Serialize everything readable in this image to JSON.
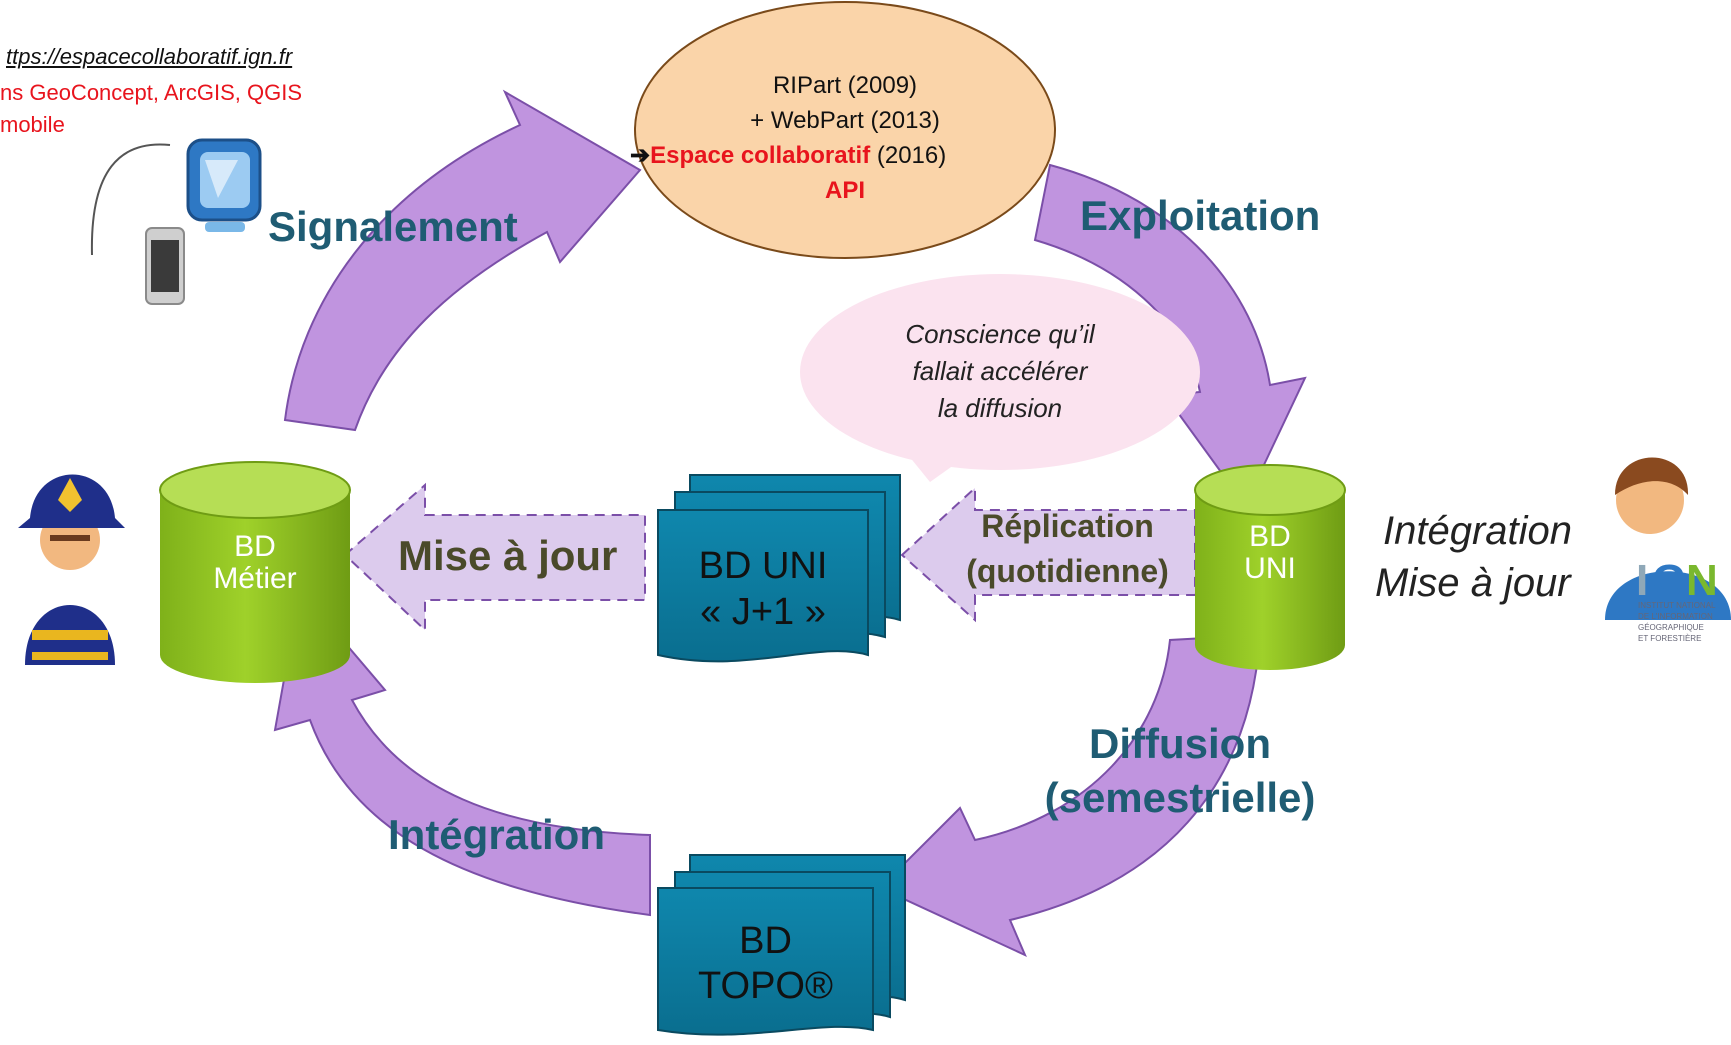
{
  "header": {
    "url": "ttps://espacecollaboratif.ign.fr",
    "clients": "ns GeoConcept, ArcGIS, QGIS",
    "mobile": "mobile"
  },
  "hub": {
    "line1": "RIPart (2009)",
    "line2": "+ WebPart (2013)",
    "line3_arrow": "➔",
    "line3_bold": "Espace collaboratif",
    "line3_year": " (2016)",
    "line4": "API"
  },
  "cycle": {
    "signalement": "Signalement",
    "exploitation": "Exploitation",
    "diffusion_1": "Diffusion",
    "diffusion_2": "(semestrielle)",
    "integration": "Intégration"
  },
  "bubble": {
    "line1": "Conscience qu’il",
    "line2": "fallait accélérer",
    "line3": "la diffusion"
  },
  "databases": {
    "metier_1": "BD",
    "metier_2": "Métier",
    "uni_1": "BD",
    "uni_2": "UNI"
  },
  "documents": {
    "uni_1": "BD UNI",
    "uni_2": "« J+1 »",
    "topo_1": "BD",
    "topo_2": "TOPO®"
  },
  "flows": {
    "mise_a_jour": "Mise à jour",
    "replication_1": "Réplication",
    "replication_2": "(quotidienne)"
  },
  "ign_side": {
    "integration": "Intégration",
    "mise_a_jour": "Mise à jour",
    "logo_letters": "IGN",
    "logo_caption_1": "INSTITUT NATIONAL",
    "logo_caption_2": "DE L'INFORMATION",
    "logo_caption_3": "GÉOGRAPHIQUE",
    "logo_caption_4": "ET FORESTIÈRE"
  },
  "colors": {
    "cycle_arrow": "#c094df",
    "cycle_arrow_stroke": "#7b4fa8",
    "label_teal": "#1f5c73",
    "database_green": "#8fc31f",
    "document_teal": "#0b7fa3",
    "flow_lilac": "#dccbed",
    "hub_fill": "#fad4a9",
    "bubble_pink": "#fbe3ef",
    "highlight_red": "#e8141d"
  }
}
